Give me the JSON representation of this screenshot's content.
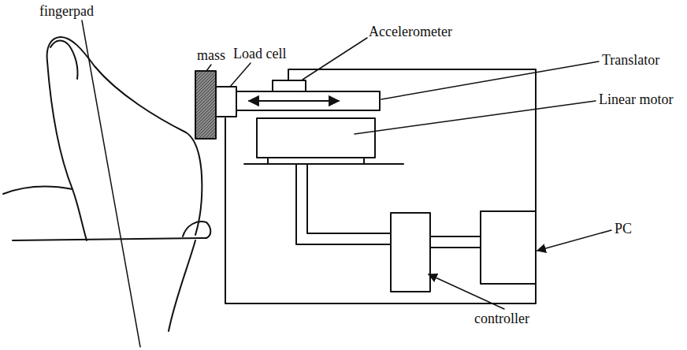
{
  "diagram": {
    "labels": [
      "fingerpad",
      "mass",
      "Load cell",
      "Accelerometer",
      "Translator",
      "Linear motor",
      "PC",
      "controller"
    ]
  }
}
